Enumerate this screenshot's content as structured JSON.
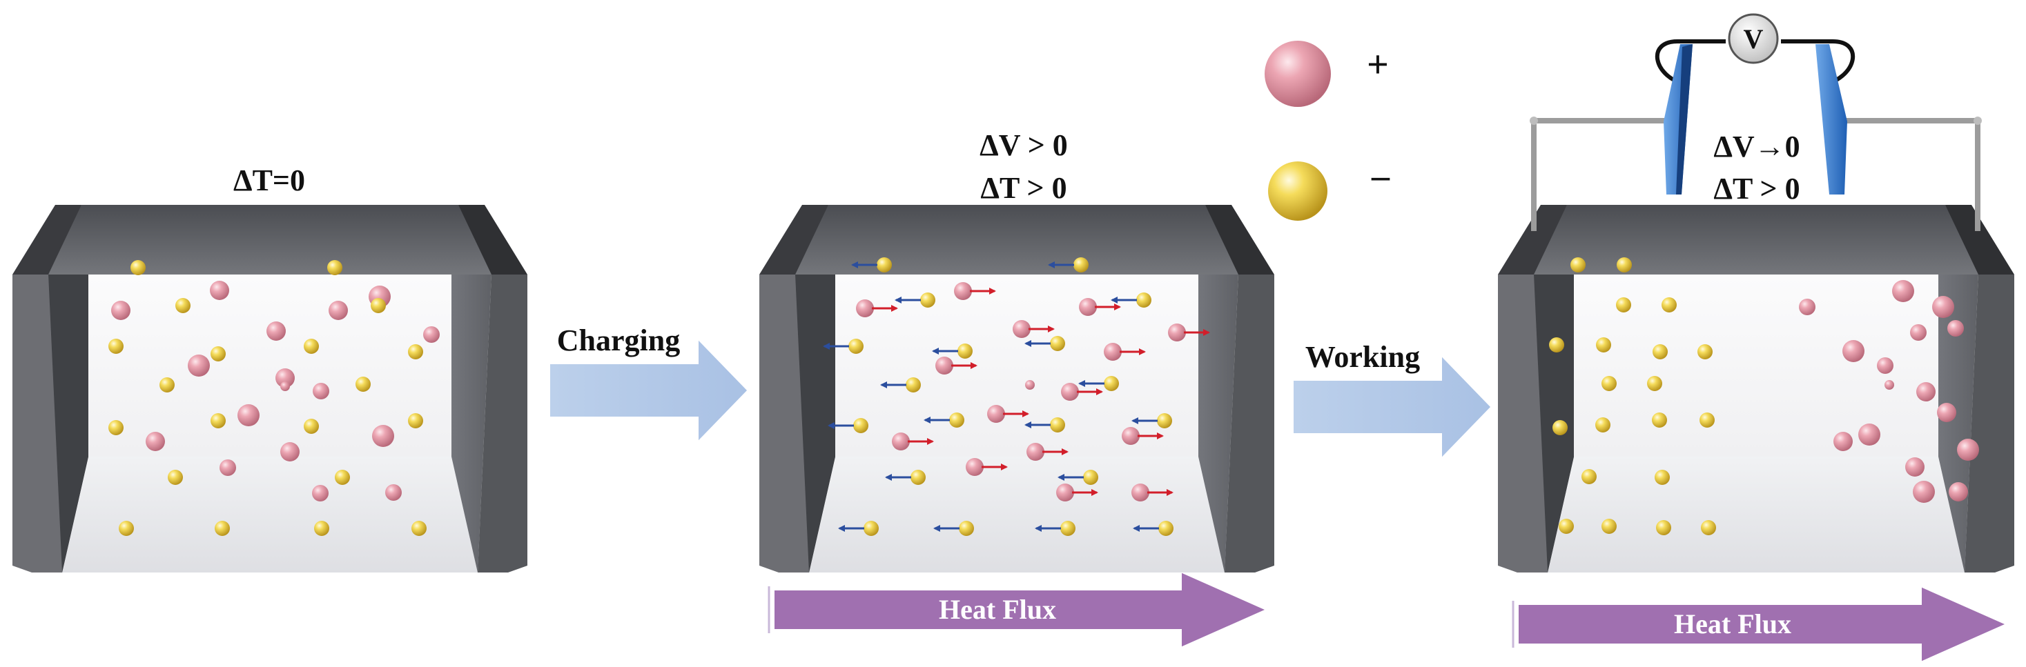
{
  "legend": {
    "positive_sign": "+",
    "negative_sign": "–",
    "positive_color": "#e79aa8",
    "negative_color": "#f2d64f"
  },
  "panels": [
    {
      "id": "equilibrium",
      "labels": [
        "ΔT=0"
      ],
      "positive": [
        [
          175,
          450
        ],
        [
          318,
          421
        ],
        [
          400,
          480
        ],
        [
          490,
          450
        ],
        [
          550,
          430
        ],
        [
          625,
          485
        ],
        [
          288,
          530
        ],
        [
          413,
          548
        ],
        [
          465,
          567
        ],
        [
          225,
          640
        ],
        [
          360,
          602
        ],
        [
          555,
          632
        ],
        [
          420,
          655
        ],
        [
          330,
          678
        ],
        [
          464,
          715
        ],
        [
          570,
          714
        ]
      ],
      "negative": [
        [
          200,
          388
        ],
        [
          485,
          388
        ],
        [
          265,
          443
        ],
        [
          548,
          443
        ],
        [
          168,
          502
        ],
        [
          316,
          513
        ],
        [
          451,
          502
        ],
        [
          602,
          510
        ],
        [
          242,
          558
        ],
        [
          526,
          557
        ],
        [
          168,
          620
        ],
        [
          316,
          610
        ],
        [
          451,
          618
        ],
        [
          602,
          610
        ],
        [
          254,
          692
        ],
        [
          496,
          692
        ],
        [
          183,
          766
        ],
        [
          322,
          766
        ],
        [
          466,
          766
        ],
        [
          607,
          766
        ]
      ],
      "small_positive": [
        [
          413,
          560
        ]
      ]
    },
    {
      "id": "charged",
      "labels": [
        "ΔV > 0",
        "ΔT > 0"
      ],
      "positive_moving": [
        [
          1253,
          447
        ],
        [
          1395,
          422
        ],
        [
          1576,
          445
        ],
        [
          1480,
          477
        ],
        [
          1612,
          510
        ],
        [
          1705,
          482
        ],
        [
          1368,
          530
        ],
        [
          1550,
          568
        ],
        [
          1443,
          600
        ],
        [
          1305,
          640
        ],
        [
          1500,
          655
        ],
        [
          1638,
          632
        ],
        [
          1412,
          677
        ],
        [
          1543,
          714
        ],
        [
          1652,
          714
        ]
      ],
      "negative_moving": [
        [
          1281,
          384
        ],
        [
          1566,
          384
        ],
        [
          1344,
          435
        ],
        [
          1657,
          435
        ],
        [
          1532,
          498
        ],
        [
          1240,
          502
        ],
        [
          1398,
          509
        ],
        [
          1323,
          558
        ],
        [
          1610,
          556
        ],
        [
          1386,
          609
        ],
        [
          1532,
          616
        ],
        [
          1687,
          610
        ],
        [
          1247,
          617
        ],
        [
          1330,
          692
        ],
        [
          1580,
          692
        ],
        [
          1262,
          766
        ],
        [
          1400,
          766
        ],
        [
          1547,
          766
        ],
        [
          1689,
          766
        ]
      ],
      "small_positive": [
        [
          1492,
          558
        ]
      ]
    },
    {
      "id": "working",
      "labels": [
        "ΔV→0",
        "ΔT > 0"
      ],
      "voltmeter": "V",
      "positive": [
        [
          2618,
          445
        ],
        [
          2757,
          422
        ],
        [
          2815,
          445
        ],
        [
          2833,
          476
        ],
        [
          2779,
          482
        ],
        [
          2685,
          509
        ],
        [
          2731,
          530
        ],
        [
          2790,
          568
        ],
        [
          2820,
          598
        ],
        [
          2708,
          630
        ],
        [
          2670,
          640
        ],
        [
          2851,
          652
        ],
        [
          2774,
          677
        ],
        [
          2787,
          713
        ],
        [
          2837,
          713
        ]
      ],
      "negative": [
        [
          2286,
          384
        ],
        [
          2353,
          384
        ],
        [
          2352,
          442
        ],
        [
          2418,
          442
        ],
        [
          2255,
          500
        ],
        [
          2323,
          500
        ],
        [
          2405,
          510
        ],
        [
          2470,
          510
        ],
        [
          2331,
          556
        ],
        [
          2397,
          556
        ],
        [
          2260,
          620
        ],
        [
          2322,
          616
        ],
        [
          2404,
          609
        ],
        [
          2473,
          609
        ],
        [
          2302,
          691
        ],
        [
          2408,
          692
        ],
        [
          2269,
          763
        ],
        [
          2331,
          763
        ],
        [
          2410,
          765
        ],
        [
          2475,
          765
        ]
      ],
      "small_positive": [
        [
          2737,
          558
        ]
      ]
    }
  ],
  "process_arrows": [
    {
      "label": "Charging"
    },
    {
      "label": "Working"
    }
  ],
  "heat_flux_arrows": [
    {
      "label": "Heat Flux"
    },
    {
      "label": "Heat Flux"
    }
  ]
}
